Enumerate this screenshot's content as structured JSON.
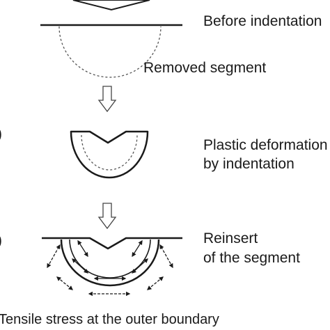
{
  "step1": {
    "label": "Before indentation"
  },
  "removed_label": "Removed segment",
  "step2": {
    "label_line1": "Plastic deformation",
    "label_line2": "by indentation"
  },
  "step3": {
    "label_line1": "Reinsert",
    "label_line2": "of the segment"
  },
  "caption": "Tensile stress at the outer boundary",
  "panel_marks": [
    ")",
    ")"
  ]
}
